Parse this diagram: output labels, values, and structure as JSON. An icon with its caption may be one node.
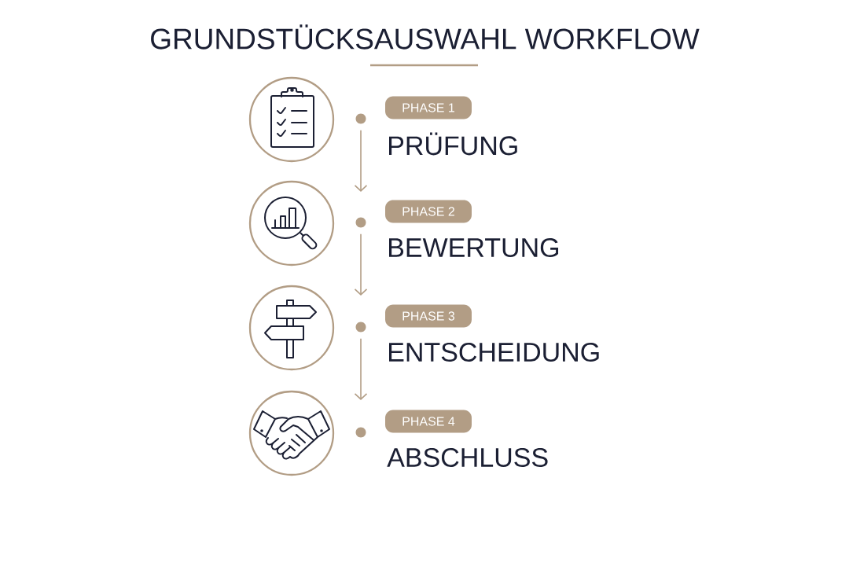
{
  "diagram": {
    "title": "GRUNDSTÜCKSAUSWAHL WORKFLOW",
    "nodes": [
      {
        "text": [],
        "shape": "circle"
      },
      {
        "text": [],
        "shape": "circle"
      },
      {
        "text": [
          "PHASE 1"
        ],
        "beside": [
          "PRÜFUNG"
        ]
      },
      {
        "text": [],
        "shape": "circle"
      },
      {
        "text": [],
        "shape": "circle"
      },
      {
        "text": [
          "PHASE 2"
        ],
        "beside": [
          "BEWERTUNG"
        ]
      },
      {
        "text": [],
        "shape": "circle"
      },
      {
        "text": [],
        "shape": "circle"
      },
      {
        "text": [
          "PHASE 3"
        ],
        "beside": [
          "ENTSCHEIDUNG"
        ]
      },
      {
        "text": [],
        "shape": "circle"
      },
      {
        "text": [],
        "shape": "circle"
      },
      {
        "text": [
          "PHASE 4"
        ],
        "beside": [
          "ABSCHLUSS"
        ]
      }
    ],
    "edges": [
      {
        "from": 1,
        "to": null,
        "arrow": "to"
      },
      {
        "from": 4,
        "to": null,
        "arrow": "to"
      },
      {
        "from": 7,
        "to": null,
        "arrow": "to"
      }
    ]
  }
}
